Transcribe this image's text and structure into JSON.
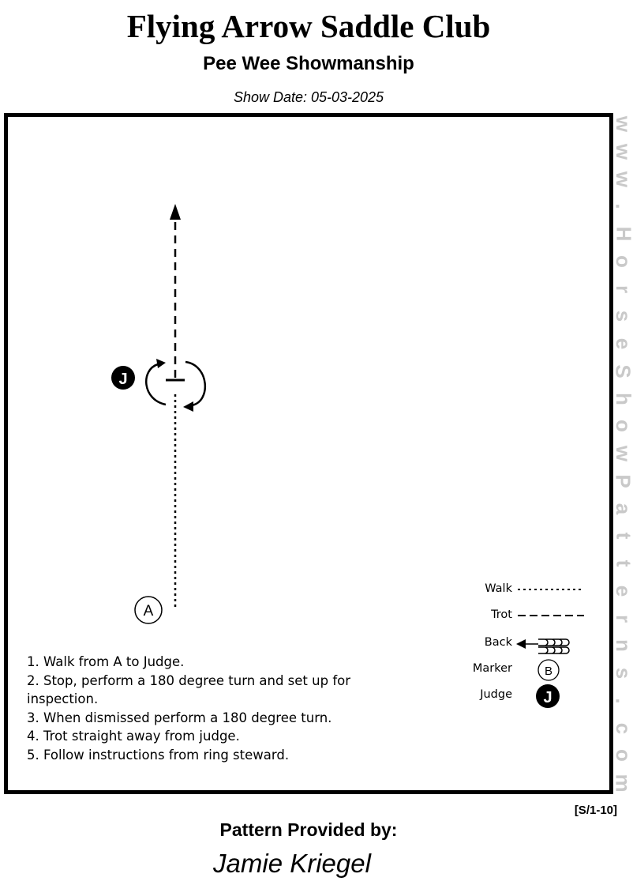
{
  "header": {
    "club_name": "Flying Arrow Saddle Club",
    "class_name": "Pee Wee Showmanship",
    "show_date": "Show Date: 05-03-2025"
  },
  "watermark": {
    "letters": [
      "w",
      "w",
      "w",
      ".",
      "H",
      "o",
      "r",
      "s",
      "e",
      "S",
      "h",
      "o",
      "w",
      "P",
      "a",
      "t",
      "t",
      "e",
      "r",
      "n",
      "s",
      ".",
      "c",
      "o",
      "m"
    ]
  },
  "pattern": {
    "markers": {
      "start": "A",
      "judge": "J"
    }
  },
  "instructions": [
    "1. Walk from A to Judge.",
    "2. Stop, perform a 180 degree turn and set up for inspection.",
    "3. When dismissed perform a 180 degree turn.",
    "4. Trot straight away from judge.",
    "5. Follow instructions from ring steward."
  ],
  "legend": {
    "walk": "Walk",
    "trot": "Trot",
    "back": "Back",
    "marker": "Marker",
    "marker_symbol": "B",
    "judge": "Judge",
    "judge_symbol": "J"
  },
  "footer": {
    "pattern_code": "[S/1-10]",
    "provided_by": "Pattern Provided by:",
    "author": "Jamie Kriegel"
  }
}
